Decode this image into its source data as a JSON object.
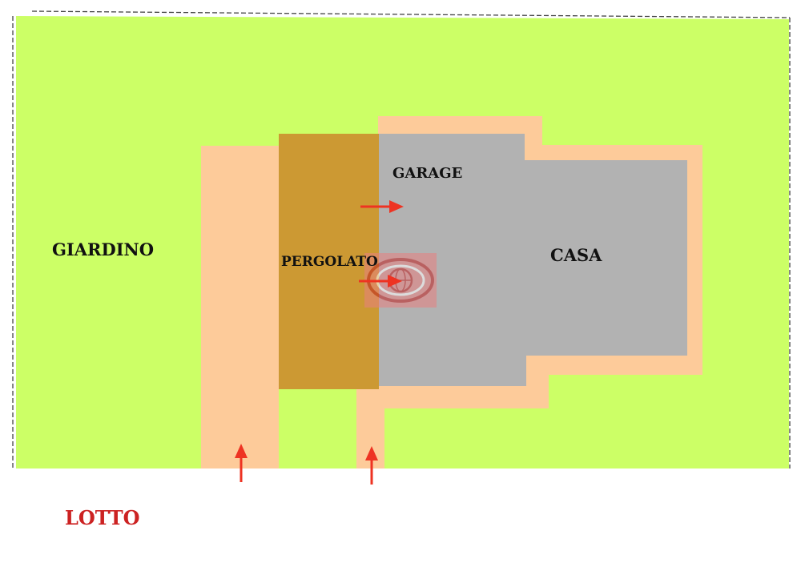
{
  "labels": {
    "garden": "GIARDINO",
    "pergola": "PERGOLATO",
    "garage": "GARAGE",
    "house": "CASA",
    "lot": "LOTTO"
  },
  "colors": {
    "garden": "#ccff66",
    "path": "#fdcb9a",
    "pergola": "#cc9933",
    "building": "#b2b2b2",
    "arrow": "#ee3322",
    "lot_text": "#cc2222",
    "text": "#111111",
    "border": "#444444"
  },
  "icons": {
    "watermark": "globe-logo-icon",
    "arrows": [
      "arrow-right-icon",
      "arrow-right-icon",
      "arrow-up-icon",
      "arrow-up-icon"
    ]
  }
}
